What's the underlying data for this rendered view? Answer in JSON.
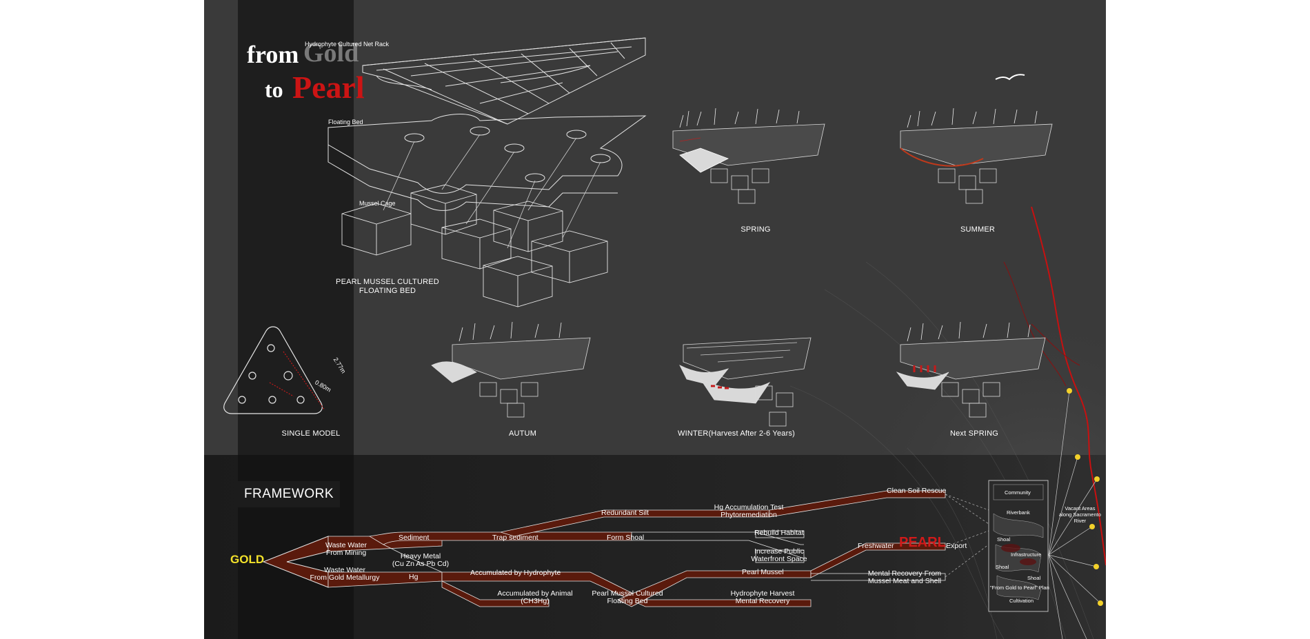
{
  "title": {
    "from": "from",
    "gold": "Gold",
    "to": "to",
    "pearl": "Pearl"
  },
  "exploded": {
    "net_rack": "Hydrophyte Cultured Net Rack",
    "floating_bed": "Floating Bed",
    "mussel_cage": "Mussel Cage",
    "caption_line1": "PEARL MUSSEL CULTURED",
    "caption_line2": "FLOATING BED"
  },
  "single_model": {
    "dim_side": "2.77m",
    "dim_hole": "0.80m",
    "caption": "SINGLE MODEL"
  },
  "seasons": {
    "spring": "SPRING",
    "summer": "SUMMER",
    "autumn": "AUTUM",
    "winter": "WINTER(Harvest After 2-6 Years)",
    "next_spring": "Next SPRING"
  },
  "framework": {
    "heading": "FRAMEWORK",
    "source": "GOLD",
    "waste_mining": [
      "Waste Water",
      "From Mining"
    ],
    "waste_metallurgy": [
      "Waste Water",
      "From Gold Metallurgy"
    ],
    "sediment": "Sediment",
    "heavy_metal": [
      "Heavy Metal",
      "(Cu Zn As Pb Cd)"
    ],
    "hg": "Hg",
    "trap_sediment": "Trap sediment",
    "redundant_silt": "Redundant Silt",
    "form_shoal": "Form Shoal",
    "acc_hydrophyte": "Accumulated by Hydrophyte",
    "acc_animal": [
      "Accumulated by Animal",
      "(CH3Hg)"
    ],
    "pmc_floating_bed": [
      "Pearl Mussel Cultured",
      "Floating Bed"
    ],
    "hg_accumulation": [
      "Hg Accumulation Test",
      "Phytoremediation"
    ],
    "clean_soil": "Clean Soil Rescue",
    "rebuild_habitat": "Rebuild Habitat",
    "increase_public": [
      "Increase Public",
      "Waterfront Space"
    ],
    "freshwater": "Freshwater",
    "pearl": "PEARL",
    "export": "Export",
    "pearl_mussel": "Pearl Mussel",
    "mental_recovery_meat": [
      "Mental Recovery From",
      "Mussel Meat and Shell"
    ],
    "hydrophyte_harvest": [
      "Hydrophyte Harvest",
      "Mental Recovery"
    ]
  },
  "site_panel": {
    "community": "Community",
    "riverbank": "Riverbank",
    "shoal_a": "Shoal",
    "infrastructure": "Infrastructure",
    "shoal_b": "Shoal",
    "shoal_c": "Shoal",
    "plan": "\"From Gold to Pearl\" Plan",
    "cultivation": "Cultivation",
    "vacant": [
      "Vacant Areas",
      "along Sacramento",
      "River"
    ]
  },
  "colors": {
    "board": "#3a3a3a",
    "strip": "#1c1c1c",
    "flow": "#5a1a0c",
    "gold": "#f3e22a",
    "pearl": "#d11a1a"
  }
}
